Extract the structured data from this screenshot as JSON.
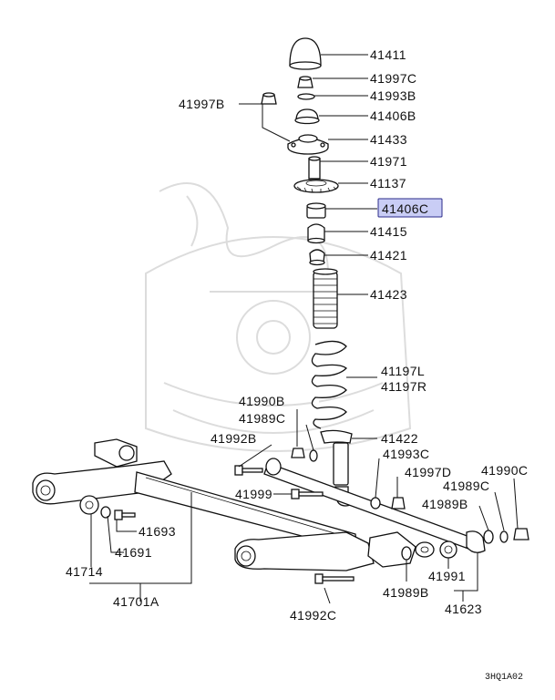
{
  "highlight_color": "#c9cdf5",
  "highlight_border": "#2b2b8a",
  "footer_code": "3HQ1A02",
  "labels": [
    {
      "id": "41411",
      "text": "41411",
      "highlighted": false
    },
    {
      "id": "41997C",
      "text": "41997C",
      "highlighted": false
    },
    {
      "id": "41993B",
      "text": "41993B",
      "highlighted": false
    },
    {
      "id": "41997B",
      "text": "41997B",
      "highlighted": false
    },
    {
      "id": "41406B",
      "text": "41406B",
      "highlighted": false
    },
    {
      "id": "41433",
      "text": "41433",
      "highlighted": false
    },
    {
      "id": "41971",
      "text": "41971",
      "highlighted": false
    },
    {
      "id": "41137",
      "text": "41137",
      "highlighted": false
    },
    {
      "id": "41406C",
      "text": "41406C",
      "highlighted": true
    },
    {
      "id": "41415",
      "text": "41415",
      "highlighted": false
    },
    {
      "id": "41421",
      "text": "41421",
      "highlighted": false
    },
    {
      "id": "41423",
      "text": "41423",
      "highlighted": false
    },
    {
      "id": "41197L",
      "text": "41197L",
      "highlighted": false
    },
    {
      "id": "41197R",
      "text": "41197R",
      "highlighted": false
    },
    {
      "id": "41990B",
      "text": "41990B",
      "highlighted": false
    },
    {
      "id": "41989C_left",
      "text": "41989C",
      "highlighted": false
    },
    {
      "id": "41992B",
      "text": "41992B",
      "highlighted": false
    },
    {
      "id": "41422",
      "text": "41422",
      "highlighted": false
    },
    {
      "id": "41993C",
      "text": "41993C",
      "highlighted": false
    },
    {
      "id": "41997D",
      "text": "41997D",
      "highlighted": false
    },
    {
      "id": "41990C",
      "text": "41990C",
      "highlighted": false
    },
    {
      "id": "41989C_right",
      "text": "41989C",
      "highlighted": false
    },
    {
      "id": "41999",
      "text": "41999",
      "highlighted": false
    },
    {
      "id": "41989B_top",
      "text": "41989B",
      "highlighted": false
    },
    {
      "id": "41693",
      "text": "41693",
      "highlighted": false
    },
    {
      "id": "41691",
      "text": "41691",
      "highlighted": false
    },
    {
      "id": "41714",
      "text": "41714",
      "highlighted": false
    },
    {
      "id": "41991",
      "text": "41991",
      "highlighted": false
    },
    {
      "id": "41989B_bottom",
      "text": "41989B",
      "highlighted": false
    },
    {
      "id": "41701A",
      "text": "41701A",
      "highlighted": false
    },
    {
      "id": "41623",
      "text": "41623",
      "highlighted": false
    },
    {
      "id": "41992C",
      "text": "41992C",
      "highlighted": false
    }
  ]
}
